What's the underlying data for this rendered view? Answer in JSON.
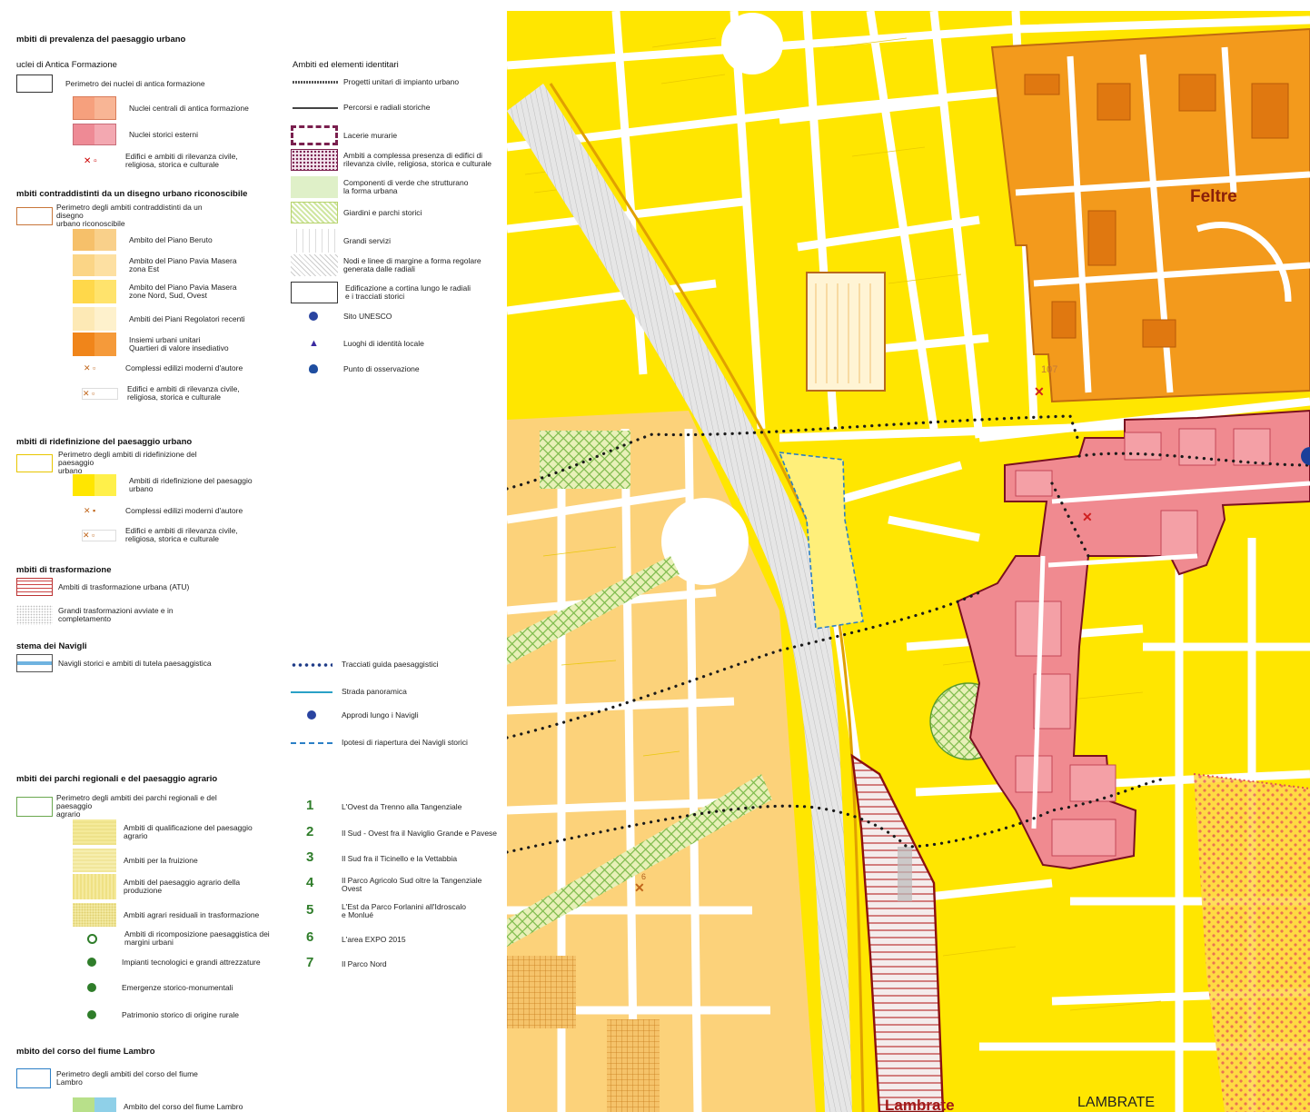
{
  "colors": {
    "antica_border": "#333333",
    "nuclei_centrali": "#f4a37a",
    "nuclei_esterni": "#ef8f99",
    "ridefinizione": "#ffe600",
    "pale_yellow": "#fff5b0",
    "orange": "#f39a1c",
    "green": "#2f7d2a",
    "lambro_blue": "#2b7fc6"
  },
  "legend": {
    "s1_title": "mbiti di prevalenza del paesaggio urbano",
    "s1_sub": "uclei di Antica Formazione",
    "s1_items": [
      "Perimetro dei nuclei di antica formazione",
      "Nuclei centrali di antica formazione",
      "Nuclei storici esterni",
      "Edifici e ambiti di rilevanza civile,\nreligiosa, storica e culturale"
    ],
    "s2_title": "mbiti contraddistinti da un disegno urbano riconoscibile",
    "s2_items": [
      "Perimetro degli ambiti contraddistinti da un disegno\nurbano riconoscibile",
      "Ambito del Piano Beruto",
      "Ambito del Piano Pavia Masera\nzona Est",
      "Ambito del Piano Pavia Masera\nzone Nord, Sud, Ovest",
      "Ambiti dei Piani Regolatori recenti",
      "Insiemi urbani unitari\nQuartieri di valore insediativo",
      "Complessi edilizi moderni d'autore",
      "Edifici e ambiti di rilevanza civile,\nreligiosa, storica e culturale"
    ],
    "s3_title": "mbiti di ridefinizione del paesaggio urbano",
    "s3_items": [
      "Perimetro degli ambiti di ridefinizione del paesaggio\nurbano",
      "Ambiti di ridefinizione del paesaggio\nurbano",
      "Complessi edilizi moderni d'autore",
      "Edifici e ambiti di rilevanza civile,\nreligiosa, storica e culturale"
    ],
    "s4_title": "mbiti di trasformazione",
    "s4_items": [
      "Ambiti di trasformazione urbana (ATU)",
      "Grandi trasformazioni avviate e in completamento"
    ],
    "s5_title": "stema dei Navigli",
    "s5_items": [
      "Navigli storici e ambiti di tutela paesaggistica"
    ],
    "s6_title": "mbiti dei parchi regionali e del paesaggio agrario",
    "s6_items": [
      "Perimetro degli ambiti dei parchi regionali e del paesaggio\nagrario",
      "Ambiti di qualificazione del paesaggio\nagrario",
      "Ambiti per la fruizione",
      "Ambiti del paesaggio agrario della\nproduzione",
      "Ambiti agrari residuali in trasformazione",
      "Ambiti di ricomposizione paesaggistica dei\nmargini urbani",
      "Impianti tecnologici e grandi attrezzature",
      "Emergenze storico-monumentali",
      "Patrimonio storico di origine rurale"
    ],
    "s7_title": "mbito del corso del fiume Lambro",
    "s7_items": [
      "Perimetro degli ambiti del corso del fiume Lambro",
      "Ambito del corso del fiume Lambro"
    ],
    "right_title": "Ambiti ed elementi identitari",
    "right_items": [
      "Progetti unitari di impianto urbano",
      "Percorsi e radiali storiche",
      "Lacerie murarie",
      "Ambiti a complessa presenza di edifici di\nrilevanza civile, religiosa, storica e culturale",
      "Componenti di verde che strutturano\nla forma urbana",
      "Giardini e parchi storici",
      "Grandi servizi",
      "Nodi e linee di margine a forma regolare\ngenerata dalle radiali",
      "Edificazione a cortina lungo le radiali\ne i tracciati storici",
      "Sito UNESCO",
      "Luoghi di identità locale",
      "Punto di osservazione"
    ],
    "nav_items": [
      "Tracciati guida paesaggistici",
      "Strada panoramica",
      "Approdi lungo i Navigli",
      "Ipotesi di riapertura dei Navigli storici"
    ],
    "parks": [
      {
        "n": "1",
        "label": "L'Ovest da Trenno alla Tangenziale"
      },
      {
        "n": "2",
        "label": "Il Sud - Ovest fra il Naviglio Grande e Pavese"
      },
      {
        "n": "3",
        "label": "Il Sud fra il Ticinello e la Vettabbia"
      },
      {
        "n": "4",
        "label": "Il Parco Agricolo Sud oltre la Tangenziale\nOvest"
      },
      {
        "n": "5",
        "label": "L'Est da Parco Forlanini all'Idroscalo\ne Monlué"
      },
      {
        "n": "6",
        "label": "L'area EXPO 2015"
      },
      {
        "n": "7",
        "label": "Il Parco Nord"
      }
    ]
  },
  "map": {
    "label_feltre": "Feltre",
    "label_lambrate_red": "Lambrate",
    "label_lambrate": "LAMBRATE",
    "label_107": "107",
    "label_6": "6"
  }
}
